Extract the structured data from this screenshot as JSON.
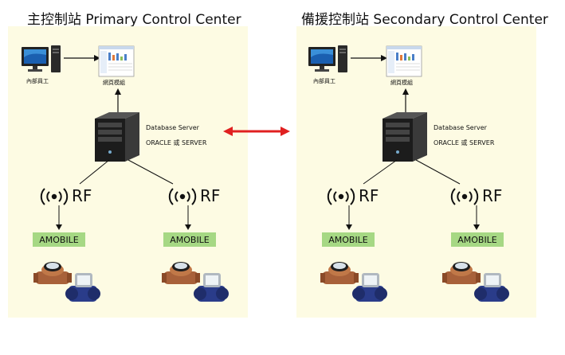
{
  "primary": {
    "title": "主控制站  Primary Control Center",
    "staff_label": "內部員工",
    "web_label": "網頁模組",
    "db_server_label": "Database Server",
    "db_detail_label": "ORACLE 或 SERVER",
    "rf_left": "RF",
    "rf_right": "RF",
    "amobile_left": "AMOBILE",
    "amobile_right": "AMOBILE"
  },
  "secondary": {
    "title": "備援控制站  Secondary Control Center",
    "staff_label": "內部員工",
    "web_label": "網頁模組",
    "db_server_label": "Database Server",
    "db_detail_label": "ORACLE 或 SERVER",
    "rf_left": "RF",
    "rf_right": "RF",
    "amobile_left": "AMOBILE",
    "amobile_right": "AMOBILE"
  },
  "colors": {
    "panel_bg": "#fdfbe3",
    "sync_arrow": "#e02020",
    "amobile_bg": "#a6d884"
  },
  "icons": [
    "desktop-computer-icon",
    "web-dashboard-icon",
    "server-tower-icon",
    "wireless-signal-icon",
    "brass-water-meter-icon",
    "electronic-water-meter-icon"
  ]
}
